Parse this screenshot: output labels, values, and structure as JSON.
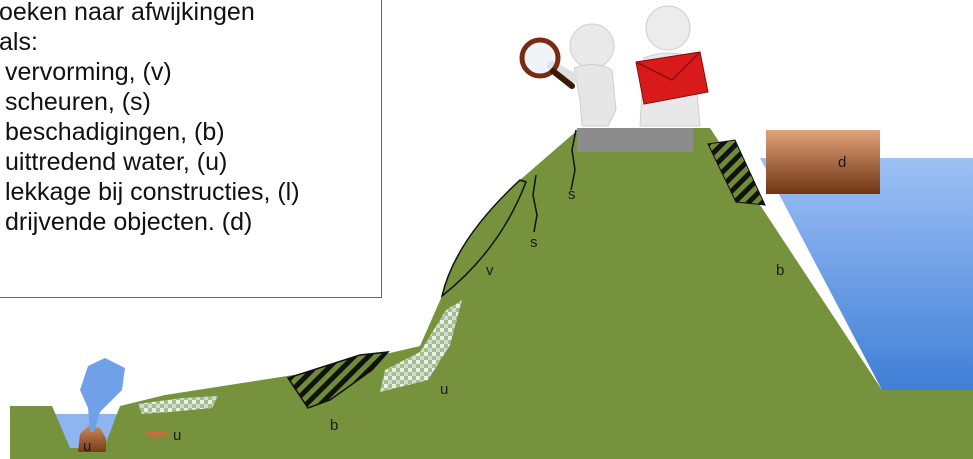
{
  "legend": {
    "intro_line1": "oeken naar afwijkingen",
    "intro_line2": "als:",
    "items": [
      "vervorming, (v)",
      "scheuren, (s)",
      "beschadigingen, (b)",
      "uittredend water, (u)",
      "lekkage bij constructies, (l)",
      "drijvende objecten. (d)"
    ]
  },
  "labels": {
    "s_top": "s",
    "s_mid": "s",
    "v": "v",
    "b_right": "b",
    "d": "d",
    "u_mid": "u",
    "b_bottom": "b",
    "u_left": "u",
    "u_ditch": "u"
  },
  "colors": {
    "dike": "#76923c",
    "water": "#8fb5f0",
    "legend_border": "#3f6ab0",
    "road": "#8c8c8c",
    "box_top": "#d9946a",
    "box_bottom": "#7a3f1a"
  }
}
